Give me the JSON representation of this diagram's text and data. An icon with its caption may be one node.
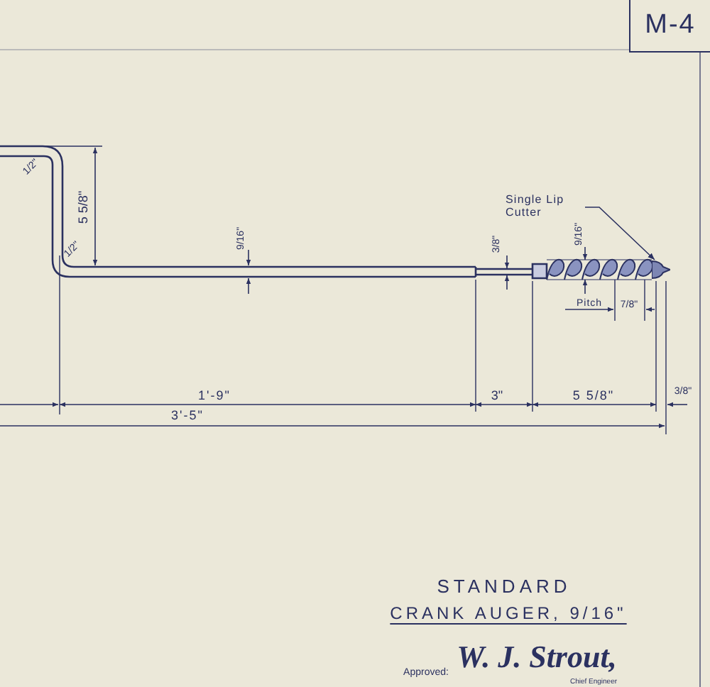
{
  "diagram": {
    "nodes": [
      {
        "text": [
          "M-4"
        ]
      },
      {
        "text": [
          "Single Lip Cutter"
        ]
      },
      {
        "text": [],
        "shape": "picture"
      }
    ],
    "edges": [
      {
        "from": 1,
        "to": 2,
        "arrow": "to"
      }
    ],
    "labels": [
      "1/2\"",
      "1/2\"",
      "5 5/8\"",
      "9/16\"",
      "3/8\"",
      "9/16\"",
      "Pitch",
      "7/8\"",
      "1'-9\"",
      "3\"",
      "5 5/8\"",
      "3/8\"",
      "3'-5\"",
      "STANDARD",
      "CRANK AUGER, 9/16\"",
      "Approved:",
      "W. J. Strout,",
      "Chief Engineer"
    ]
  }
}
